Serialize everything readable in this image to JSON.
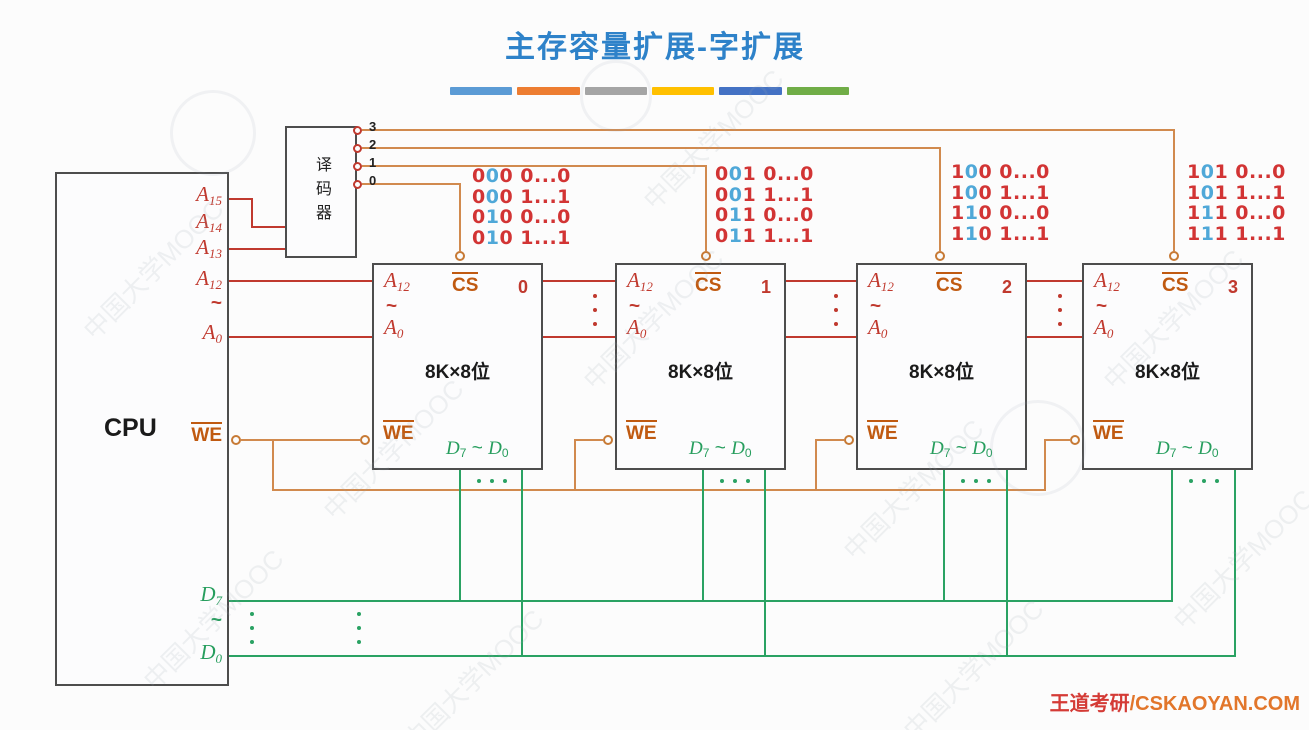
{
  "title": "主存容量扩展-字扩展",
  "accent_bars": [
    "#5B9BD5",
    "#ED7D31",
    "#A5A5A5",
    "#FFC000",
    "#4472C4",
    "#70AD47"
  ],
  "colors": {
    "title_blue": "#2E82C9",
    "address_red": "#C0392E",
    "dontcare_blue": "#4FA8D8",
    "control_orange": "#C05A11",
    "data_green": "#2AA263"
  },
  "watermark": {
    "text": "中国大学MOOC"
  },
  "credit": {
    "brand": "王道考研",
    "site": "/CSKAOYAN.COM"
  },
  "cpu": {
    "label": "CPU",
    "pins": {
      "a15": {
        "b": "A",
        "s": "15"
      },
      "a14": {
        "b": "A",
        "s": "14"
      },
      "a13": {
        "b": "A",
        "s": "13"
      },
      "a12": {
        "b": "A",
        "s": "12"
      },
      "tilde": "~",
      "a0": {
        "b": "A",
        "s": "0"
      },
      "we": "WE",
      "d7": {
        "b": "D",
        "s": "7"
      },
      "dtilde": "~",
      "d0": {
        "b": "D",
        "s": "0"
      }
    }
  },
  "decoder": {
    "label": "译码器",
    "outputs": [
      "3",
      "2",
      "1",
      "0"
    ]
  },
  "chip_common": {
    "a_hi": {
      "b": "A",
      "s": "12"
    },
    "tilde": "~",
    "a_lo": {
      "b": "A",
      "s": "0"
    },
    "cs": "CS",
    "capacity": "8K×8位",
    "we": "WE",
    "d_hi": {
      "b": "D",
      "s": "7"
    },
    "d_tilde": "~",
    "d_lo": {
      "b": "D",
      "s": "0"
    }
  },
  "chips": [
    {
      "num": "0",
      "rows": [
        {
          "p": "0",
          "m": "0",
          "s": "0 0...0"
        },
        {
          "p": "0",
          "m": "0",
          "s": "0 1...1"
        },
        {
          "p": "0",
          "m": "1",
          "s": "0 0...0"
        },
        {
          "p": "0",
          "m": "1",
          "s": "0 1...1"
        }
      ]
    },
    {
      "num": "1",
      "rows": [
        {
          "p": "0",
          "m": "0",
          "s": "1 0...0"
        },
        {
          "p": "0",
          "m": "0",
          "s": "1 1...1"
        },
        {
          "p": "0",
          "m": "1",
          "s": "1 0...0"
        },
        {
          "p": "0",
          "m": "1",
          "s": "1 1...1"
        }
      ]
    },
    {
      "num": "2",
      "rows": [
        {
          "p": "1",
          "m": "0",
          "s": "0 0...0"
        },
        {
          "p": "1",
          "m": "0",
          "s": "0 1...1"
        },
        {
          "p": "1",
          "m": "1",
          "s": "0 0...0"
        },
        {
          "p": "1",
          "m": "1",
          "s": "0 1...1"
        }
      ]
    },
    {
      "num": "3",
      "rows": [
        {
          "p": "1",
          "m": "0",
          "s": "1 0...0"
        },
        {
          "p": "1",
          "m": "0",
          "s": "1 1...1"
        },
        {
          "p": "1",
          "m": "1",
          "s": "1 0...0"
        },
        {
          "p": "1",
          "m": "1",
          "s": "1 1...1"
        }
      ]
    }
  ]
}
